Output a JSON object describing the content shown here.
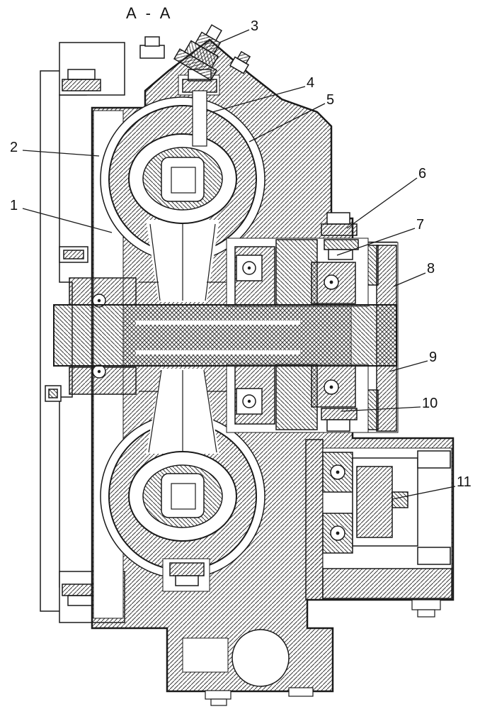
{
  "figure": {
    "title": "A - A",
    "callouts": [
      {
        "label": "1"
      },
      {
        "label": "2"
      },
      {
        "label": "3"
      },
      {
        "label": "4"
      },
      {
        "label": "5"
      },
      {
        "label": "6"
      },
      {
        "label": "7"
      },
      {
        "label": "8"
      },
      {
        "label": "9"
      },
      {
        "label": "10"
      },
      {
        "label": "11"
      }
    ]
  },
  "colors": {
    "ink": "#1a1a1a",
    "hatch": "#3a3a3a",
    "paper": "#ffffff"
  }
}
